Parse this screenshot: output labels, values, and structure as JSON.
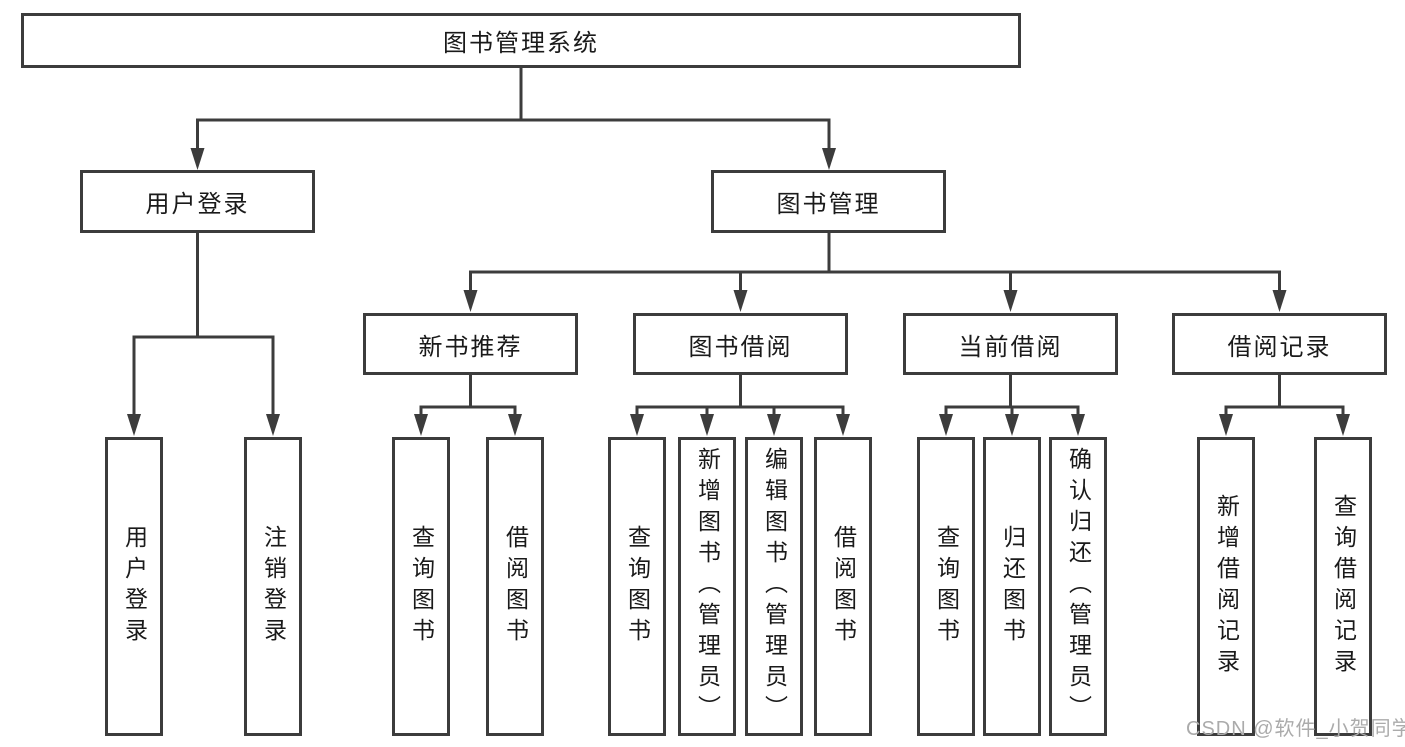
{
  "colors": {
    "line": "#3c3c3c",
    "box_border": "#3c3c3c",
    "text": "#1a1a1a",
    "background": "#ffffff",
    "watermark": "#ababab"
  },
  "diagram": {
    "root": {
      "label": "图书管理系统"
    },
    "level2": [
      {
        "label": "用户登录"
      },
      {
        "label": "图书管理"
      }
    ],
    "level3": [
      {
        "label": "新书推荐"
      },
      {
        "label": "图书借阅"
      },
      {
        "label": "当前借阅"
      },
      {
        "label": "借阅记录"
      }
    ],
    "leaves": [
      {
        "label": "用户登录"
      },
      {
        "label": "注销登录"
      },
      {
        "label": "查询图书"
      },
      {
        "label": "借阅图书"
      },
      {
        "label": "查询图书"
      },
      {
        "label": "新增图书（管理员）"
      },
      {
        "label": "编辑图书（管理员）"
      },
      {
        "label": "借阅图书"
      },
      {
        "label": "查询图书"
      },
      {
        "label": "归还图书"
      },
      {
        "label": "确认归还（管理员）"
      },
      {
        "label": "新增借阅记录"
      },
      {
        "label": "查询借阅记录"
      }
    ]
  },
  "watermark": {
    "text": "CSDN @软件_小贺同学"
  }
}
